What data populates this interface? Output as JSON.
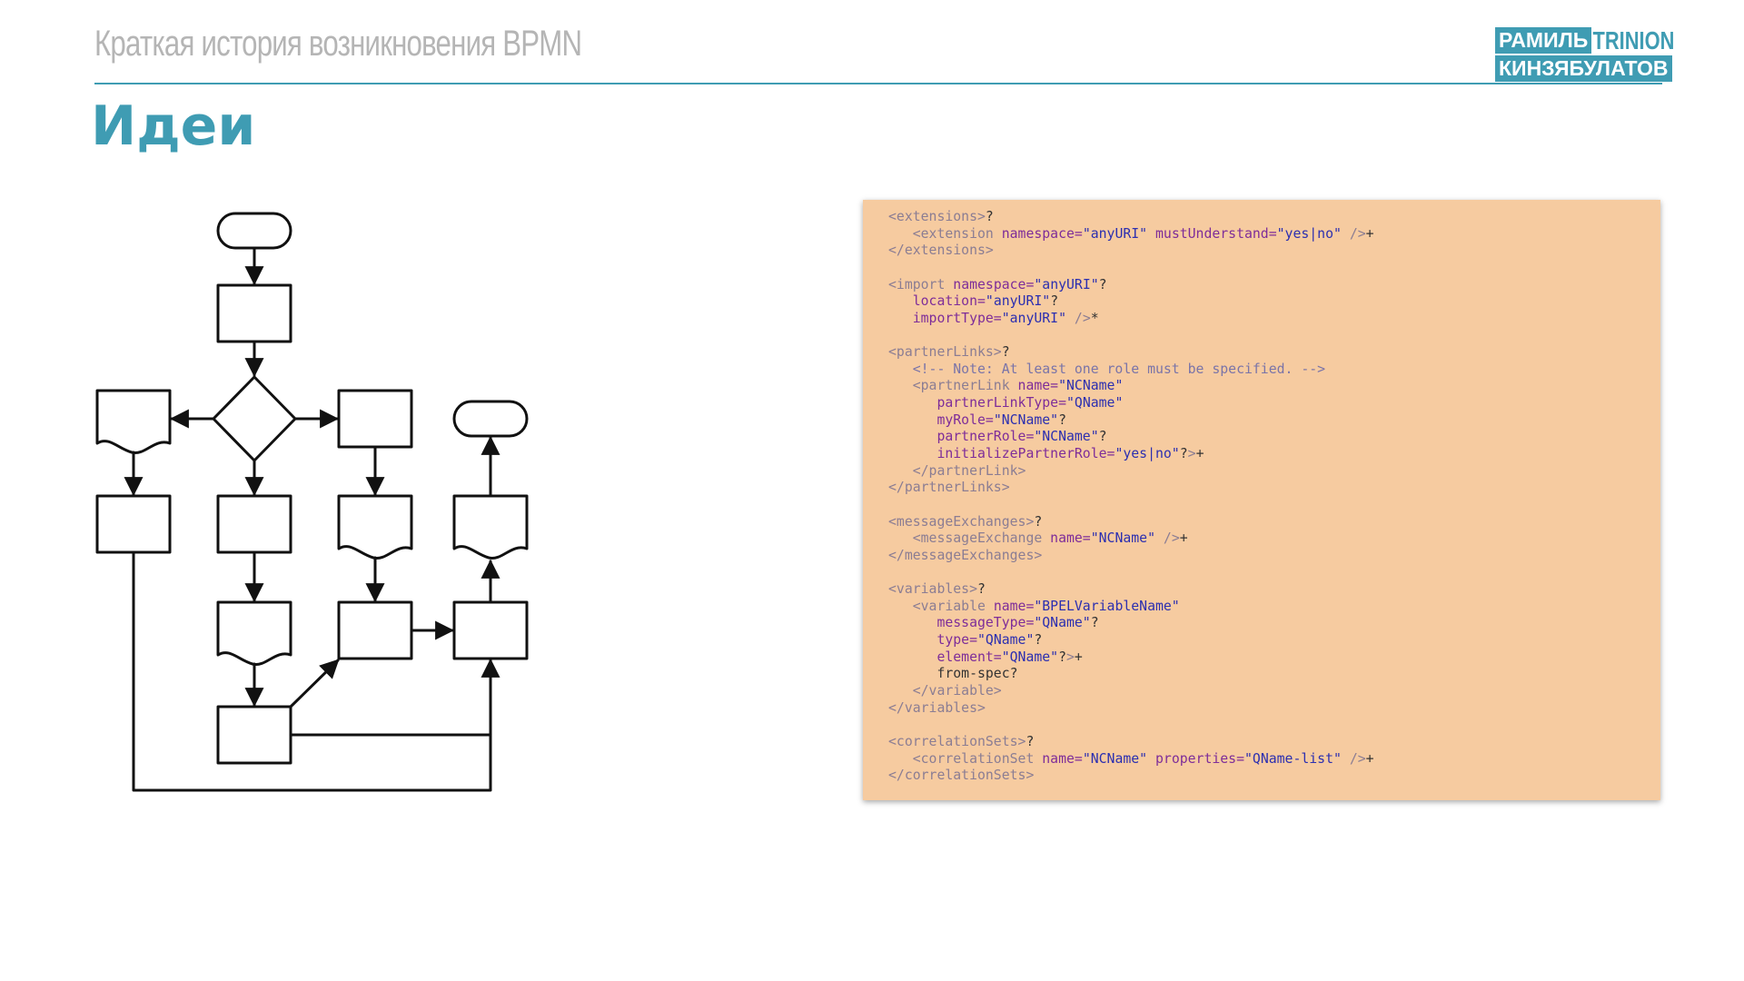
{
  "header": {
    "title": "Краткая история возникновения BPMN"
  },
  "logo": {
    "line1": "РАМИЛЬ",
    "brand": "TRINION",
    "line2": "КИНЗЯБУЛАТОВ"
  },
  "slide": {
    "title": "Идеи"
  },
  "colors": {
    "accent": "#3f9cb3",
    "panel": "#f6cba0",
    "header_text": "#b5b5b5"
  },
  "code_lines": [
    [
      [
        "tag",
        "<extensions>"
      ],
      [
        "sym",
        "?"
      ]
    ],
    [
      [
        "tag",
        "   <extension "
      ],
      [
        "attr",
        "namespace="
      ],
      [
        "val",
        "\"anyURI\" "
      ],
      [
        "attr",
        "mustUnderstand="
      ],
      [
        "val",
        "\"yes|no\" "
      ],
      [
        "tag",
        "/>"
      ],
      [
        "sym",
        "+"
      ]
    ],
    [
      [
        "tag",
        "</extensions>"
      ]
    ],
    [],
    [
      [
        "tag",
        "<import "
      ],
      [
        "attr",
        "namespace="
      ],
      [
        "val",
        "\"anyURI\""
      ],
      [
        "sym",
        "?"
      ]
    ],
    [
      [
        "attr",
        "   location="
      ],
      [
        "val",
        "\"anyURI\""
      ],
      [
        "sym",
        "?"
      ]
    ],
    [
      [
        "attr",
        "   importType="
      ],
      [
        "val",
        "\"anyURI\" "
      ],
      [
        "tag",
        "/>"
      ],
      [
        "sym",
        "*"
      ]
    ],
    [],
    [
      [
        "tag",
        "<partnerLinks>"
      ],
      [
        "sym",
        "?"
      ]
    ],
    [
      [
        "cmt",
        "   <!-- Note: At least one role must be specified. -->"
      ]
    ],
    [
      [
        "tag",
        "   <partnerLink "
      ],
      [
        "attr",
        "name="
      ],
      [
        "val",
        "\"NCName\""
      ]
    ],
    [
      [
        "attr",
        "      partnerLinkType="
      ],
      [
        "val",
        "\"QName\""
      ]
    ],
    [
      [
        "attr",
        "      myRole="
      ],
      [
        "val",
        "\"NCName\""
      ],
      [
        "sym",
        "?"
      ]
    ],
    [
      [
        "attr",
        "      partnerRole="
      ],
      [
        "val",
        "\"NCName\""
      ],
      [
        "sym",
        "?"
      ]
    ],
    [
      [
        "attr",
        "      initializePartnerRole="
      ],
      [
        "val",
        "\"yes|no\""
      ],
      [
        "sym",
        "?"
      ],
      [
        "tag",
        ">"
      ],
      [
        "sym",
        "+"
      ]
    ],
    [
      [
        "tag",
        "   </partnerLink>"
      ]
    ],
    [
      [
        "tag",
        "</partnerLinks>"
      ]
    ],
    [],
    [
      [
        "tag",
        "<messageExchanges>"
      ],
      [
        "sym",
        "?"
      ]
    ],
    [
      [
        "tag",
        "   <messageExchange "
      ],
      [
        "attr",
        "name="
      ],
      [
        "val",
        "\"NCName\" "
      ],
      [
        "tag",
        "/>"
      ],
      [
        "sym",
        "+"
      ]
    ],
    [
      [
        "tag",
        "</messageExchanges>"
      ]
    ],
    [],
    [
      [
        "tag",
        "<variables>"
      ],
      [
        "sym",
        "?"
      ]
    ],
    [
      [
        "tag",
        "   <variable "
      ],
      [
        "attr",
        "name="
      ],
      [
        "val",
        "\"BPELVariableName\""
      ]
    ],
    [
      [
        "attr",
        "      messageType="
      ],
      [
        "val",
        "\"QName\""
      ],
      [
        "sym",
        "?"
      ]
    ],
    [
      [
        "attr",
        "      type="
      ],
      [
        "val",
        "\"QName\""
      ],
      [
        "sym",
        "?"
      ]
    ],
    [
      [
        "attr",
        "      element="
      ],
      [
        "val",
        "\"QName\""
      ],
      [
        "sym",
        "?"
      ],
      [
        "tag",
        ">"
      ],
      [
        "sym",
        "+"
      ]
    ],
    [
      [
        "txt",
        "      from-spec?"
      ]
    ],
    [
      [
        "tag",
        "   </variable>"
      ]
    ],
    [
      [
        "tag",
        "</variables>"
      ]
    ],
    [],
    [
      [
        "tag",
        "<correlationSets>"
      ],
      [
        "sym",
        "?"
      ]
    ],
    [
      [
        "tag",
        "   <correlationSet "
      ],
      [
        "attr",
        "name="
      ],
      [
        "val",
        "\"NCName\" "
      ],
      [
        "attr",
        "properties="
      ],
      [
        "val",
        "\"QName-list\" "
      ],
      [
        "tag",
        "/>"
      ],
      [
        "sym",
        "+"
      ]
    ],
    [
      [
        "tag",
        "</correlationSets>"
      ]
    ]
  ]
}
